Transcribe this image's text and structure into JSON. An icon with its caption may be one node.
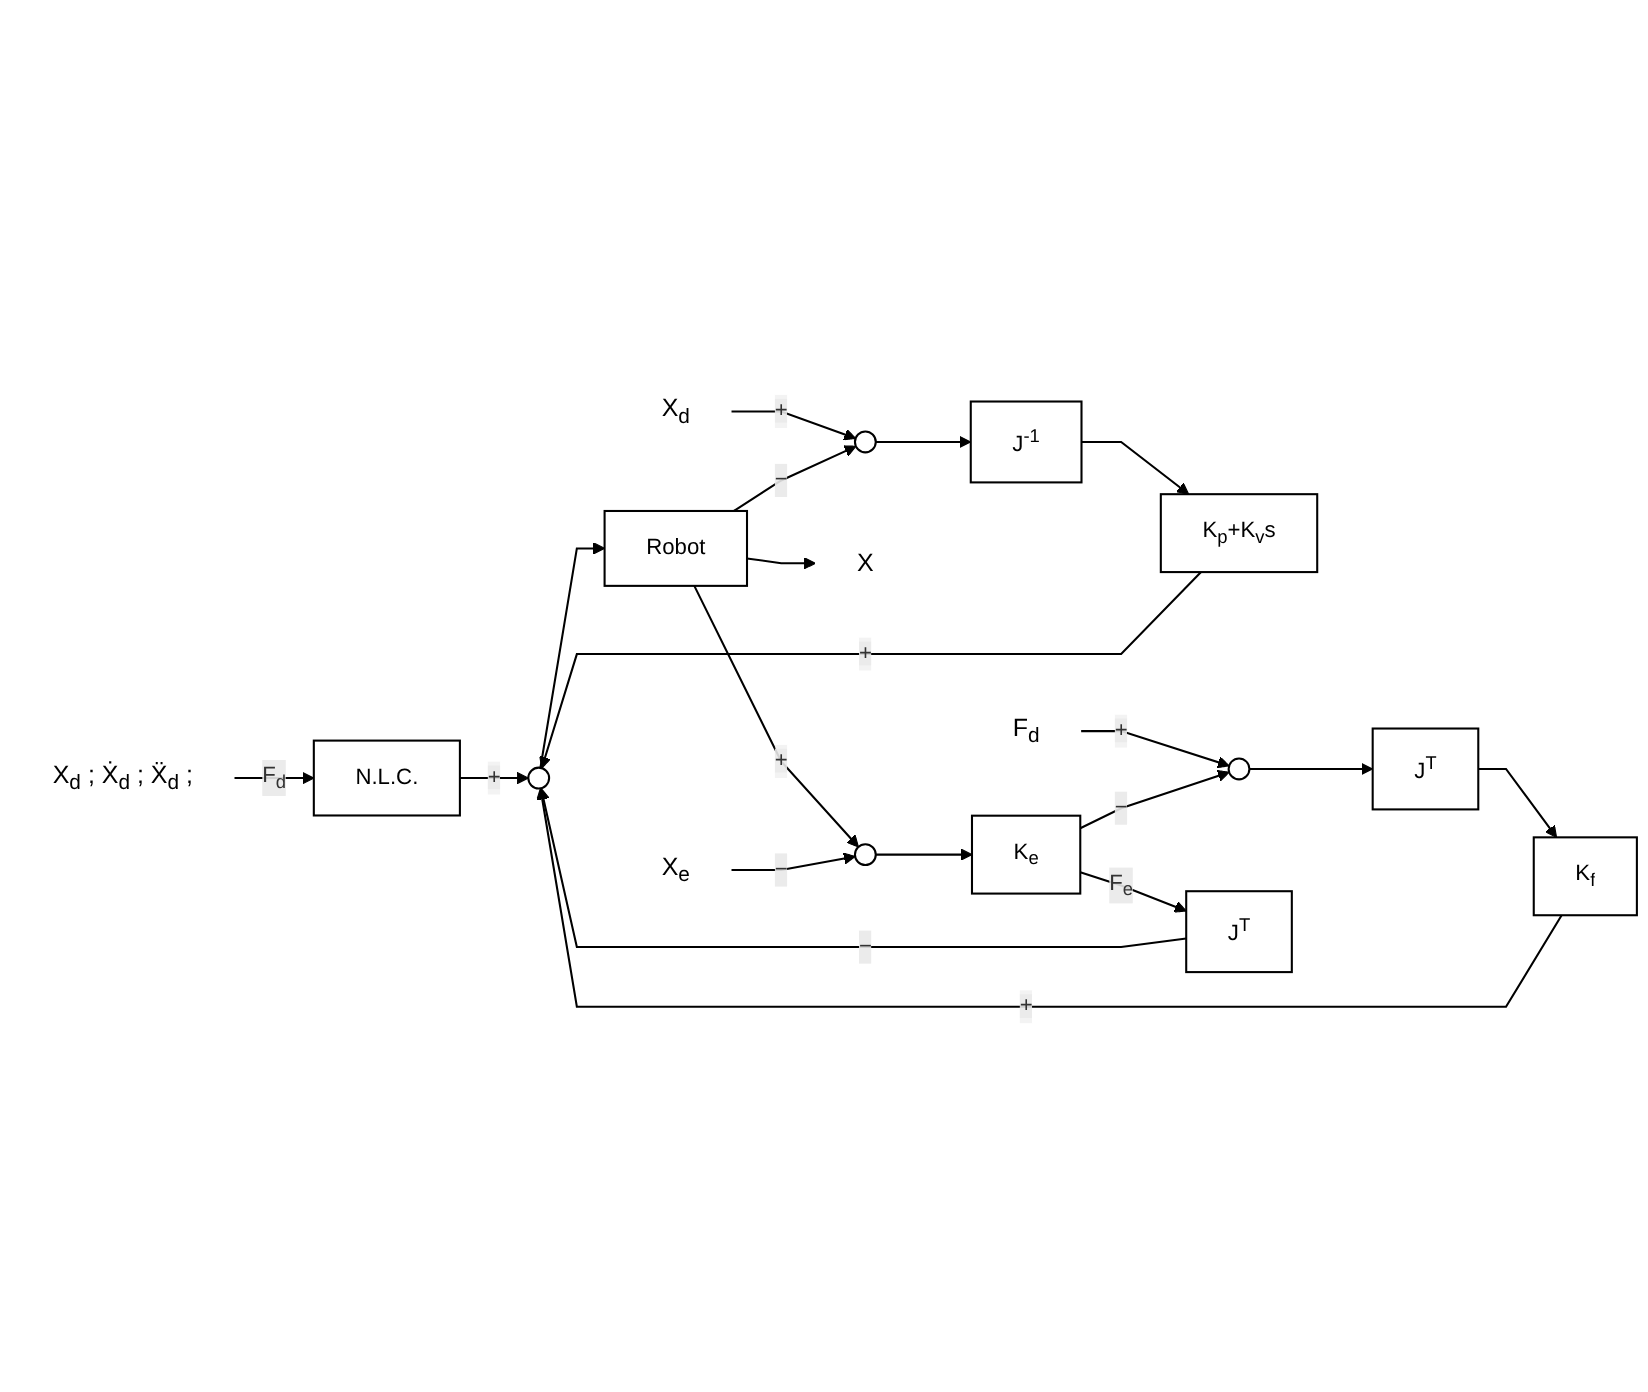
{
  "diagram": {
    "nodes": [
      {
        "text": [
          "X$_{d}$ ; Ẋ$_{d}$ ; Ẍ$_{d}$ ;"
        ]
      },
      {
        "text": [
          "N.L.C."
        ]
      },
      {
        "text": [
          "X$_{d}$"
        ]
      },
      {
        "text": [],
        "shape": "circle"
      },
      {
        "text": [
          "J$^{-1}$"
        ]
      },
      {
        "text": [
          "K$_{p}$+K$_{v}$s"
        ]
      },
      {
        "text": [],
        "shape": "circle"
      },
      {
        "text": [
          "Robot"
        ]
      },
      {
        "text": [
          "X"
        ]
      },
      {
        "text": [
          "F$_{d}$"
        ]
      },
      {
        "text": [],
        "shape": "circle"
      },
      {
        "text": [
          "J$^{T}$"
        ]
      },
      {
        "text": [
          "K$_{f}$"
        ]
      },
      {
        "text": [
          "J$^{T}$"
        ]
      },
      {
        "text": [
          "K$_{e}$"
        ]
      },
      {
        "text": [],
        "shape": "circle"
      },
      {
        "text": [
          "X$_{e}$"
        ]
      }
    ],
    "edges": [
      {
        "from": 0,
        "to": 1,
        "arrow": "to",
        "label": "F$_{d}$"
      },
      {
        "from": 1,
        "to": 6,
        "arrow": "to",
        "label": "+"
      },
      {
        "from": 2,
        "to": 3,
        "arrow": "to",
        "label": "+"
      },
      {
        "from": 3,
        "to": 4,
        "arrow": "to"
      },
      {
        "from": 4,
        "to": 5,
        "arrow": "to"
      },
      {
        "from": 5,
        "to": 6,
        "arrow": "to",
        "label": "+"
      },
      {
        "from": 6,
        "to": 7,
        "arrow": "to"
      },
      {
        "from": 7,
        "to": 8,
        "arrow": "to"
      },
      {
        "from": 7,
        "to": 3,
        "arrow": "to",
        "label": "−"
      },
      {
        "from": 9,
        "to": 10,
        "arrow": "to",
        "label": "+"
      },
      {
        "from": 10,
        "to": 11,
        "arrow": "to"
      },
      {
        "from": 11,
        "to": 12,
        "arrow": "to"
      },
      {
        "from": 12,
        "to": 6,
        "arrow": "to",
        "label": "+"
      },
      {
        "from": 13,
        "to": 6,
        "arrow": "to",
        "label": "−"
      },
      {
        "from": 7,
        "to": 15,
        "arrow": "to",
        "label": "+"
      },
      {
        "from": 16,
        "to": 15,
        "arrow": "to",
        "label": "−"
      },
      {
        "from": 15,
        "to": 14,
        "arrow": "to"
      },
      {
        "from": 14,
        "to": 10,
        "arrow": "to",
        "label": "−"
      },
      {
        "from": 14,
        "to": 13,
        "arrow": "to",
        "label": "F$_{e}$"
      }
    ]
  }
}
